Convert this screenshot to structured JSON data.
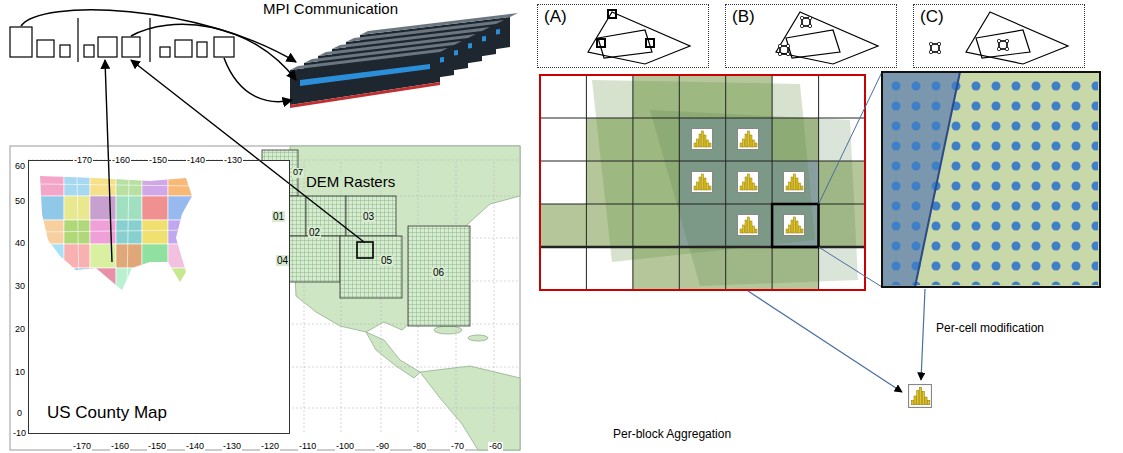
{
  "diagram": {
    "nodes": [
      {
        "text": [
          "(A)"
        ]
      },
      {
        "text": [
          "(B)"
        ]
      },
      {
        "text": [
          "(C)"
        ]
      },
      {
        "text": [
          "US County Map"
        ]
      }
    ],
    "labels": [
      "MPI Communication",
      "DEM Rasters",
      "07",
      "01",
      "02",
      "03",
      "04",
      "05",
      "06",
      "-170",
      "-160",
      "-150",
      "-140",
      "-130",
      "60",
      "50",
      "40",
      "30",
      "20",
      "10",
      "0",
      "-10",
      "-170",
      "-160",
      "-150",
      "-140",
      "-130",
      "-120",
      "-110",
      "-100",
      "-90",
      "-80",
      "-70",
      "-60",
      "Per-cell modification",
      "Per-block Aggregation"
    ]
  }
}
